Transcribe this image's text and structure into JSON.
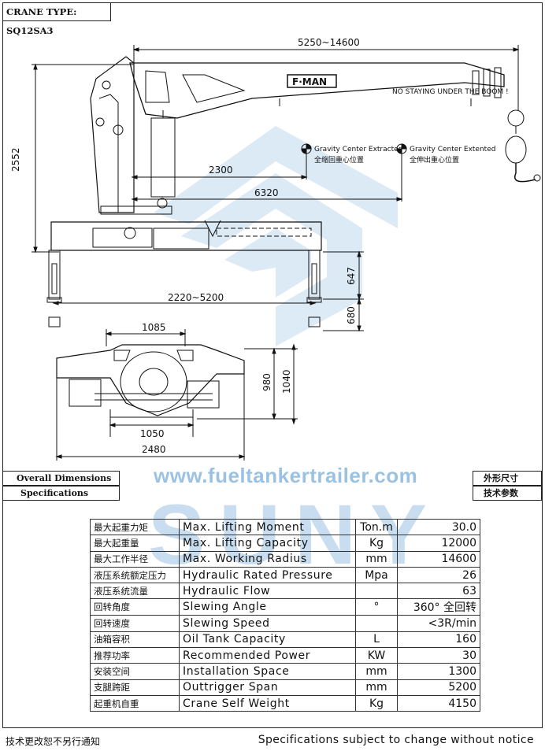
{
  "header": {
    "crane_type": "CRANE TYPE: SQ12SA3"
  },
  "drawing": {
    "brand_logo": "F·MAN",
    "boom_warning": "NO STAYING UNDER THE BOOM !",
    "gravity_retracted_en": "Gravity Center Extracted",
    "gravity_retracted_zh": "全缩回重心位置",
    "gravity_extended_en": "Gravity Center Extented",
    "gravity_extended_zh": "全伸出重心位置",
    "dims": {
      "boom_length": "5250~14600",
      "height": "2552",
      "cg_retracted": "2300",
      "cg_extended": "6320",
      "outrigger_span": "2220~5200",
      "leg_stroke": "647",
      "leg_ground": "680",
      "base_top_width": "1085",
      "base_depth": "980",
      "base_depth_total": "1040",
      "base_bottom_width": "1050",
      "overall_width": "2480"
    }
  },
  "section_labels": {
    "overall_en": "Overall Dimensions",
    "overall_zh": "外形尺寸",
    "specs_en": "Specifications",
    "specs_zh": "技术参数"
  },
  "watermark": {
    "url": "www.fueltankertrailer.com",
    "brand": "SUNY"
  },
  "specs": [
    {
      "zh": "最大起重力矩",
      "en": "Max. Lifting Moment",
      "unit": "Ton.m",
      "value": "30.0"
    },
    {
      "zh": "最大起重量",
      "en": "Max. Lifting Capacity",
      "unit": "Kg",
      "value": "12000"
    },
    {
      "zh": "最大工作半径",
      "en": "Max. Working Radius",
      "unit": "mm",
      "value": "14600"
    },
    {
      "zh": "液压系统额定压力",
      "en": "Hydraulic Rated Pressure",
      "unit": "Mpa",
      "value": "26"
    },
    {
      "zh": "液压系统流量",
      "en": "Hydraulic Flow",
      "unit": "",
      "value": "63"
    },
    {
      "zh": "回转角度",
      "en": "Slewing Angle",
      "unit": "°",
      "value": "360° 全回转"
    },
    {
      "zh": "回转速度",
      "en": "Slewing Speed",
      "unit": "",
      "value": "<3R/min"
    },
    {
      "zh": "油箱容积",
      "en": "Oil Tank Capacity",
      "unit": "L",
      "value": "160"
    },
    {
      "zh": "推荐功率",
      "en": "Recommended Power",
      "unit": "KW",
      "value": "30"
    },
    {
      "zh": "安装空间",
      "en": "Installation Space",
      "unit": "mm",
      "value": "1300"
    },
    {
      "zh": "支腿跨距",
      "en": "Outtrigger Span",
      "unit": "mm",
      "value": "5200"
    },
    {
      "zh": "起重机自重",
      "en": "Crane Self Weight",
      "unit": "Kg",
      "value": "4150"
    }
  ],
  "footer": {
    "note_zh": "技术更改恕不另行通知",
    "note_en": "Specifications subject to change without notice"
  }
}
